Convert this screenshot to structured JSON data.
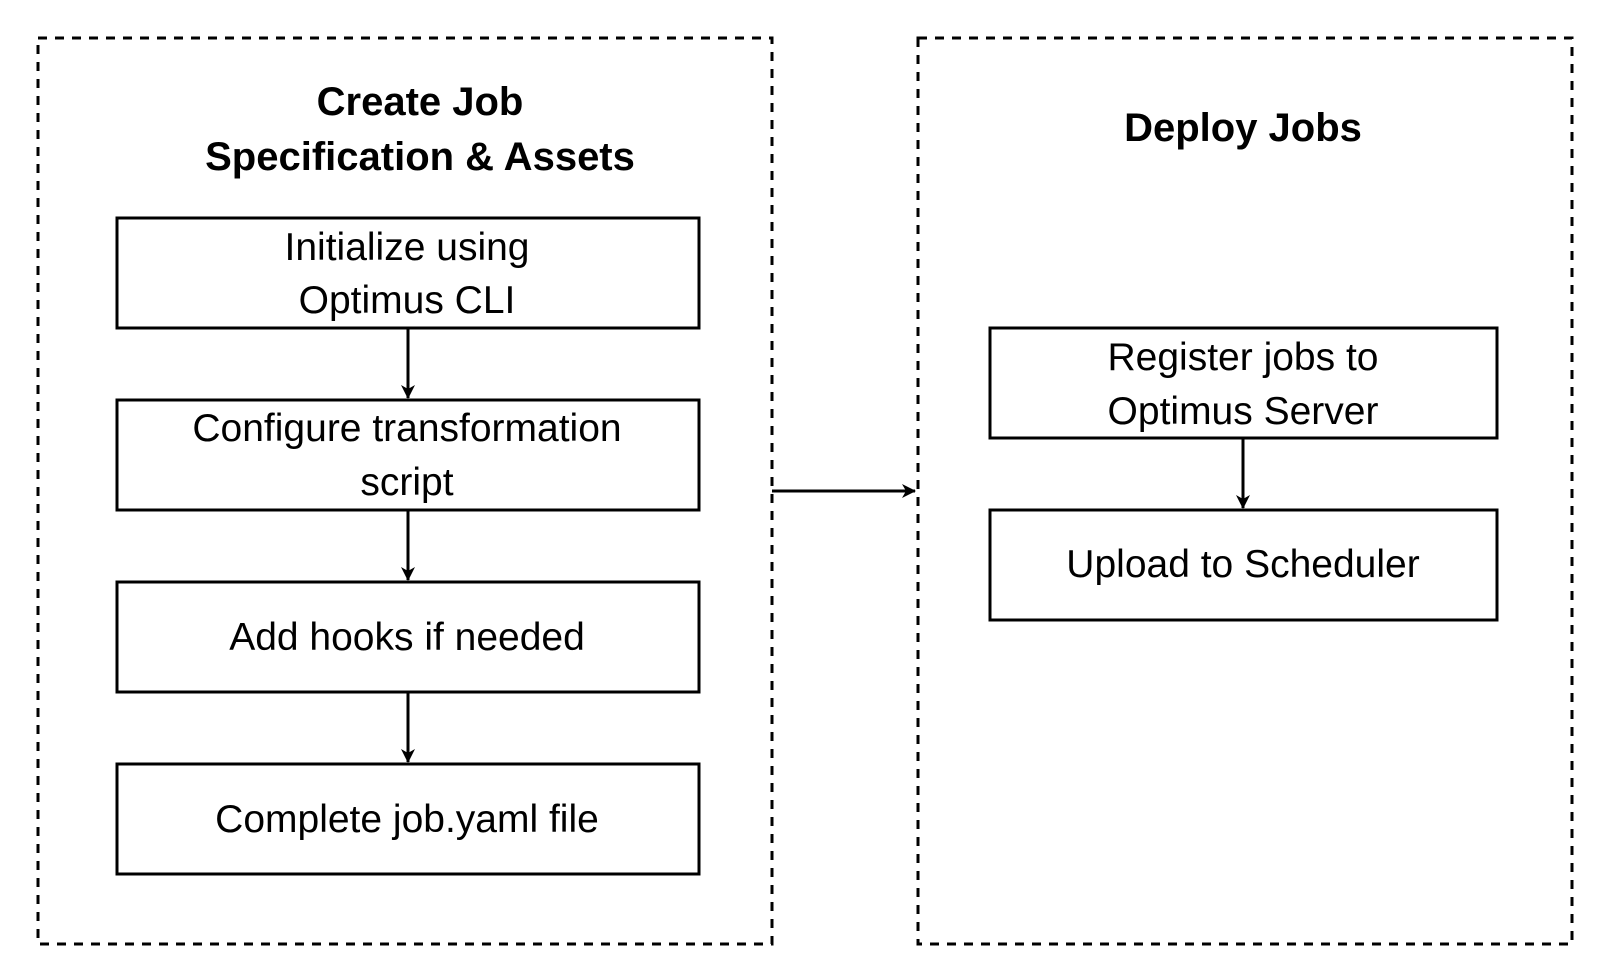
{
  "groups": {
    "create": {
      "title_line1": "Create Job",
      "title_line2": "Specification & Assets",
      "steps": [
        {
          "line1": "Initialize using",
          "line2": "Optimus CLI"
        },
        {
          "line1": "Configure transformation",
          "line2": "script"
        },
        {
          "line1": "Add hooks if needed"
        },
        {
          "line1": "Complete job.yaml file"
        }
      ]
    },
    "deploy": {
      "title": "Deploy Jobs",
      "steps": [
        {
          "line1": "Register jobs to",
          "line2": "Optimus Server"
        },
        {
          "line1": "Upload to Scheduler"
        }
      ]
    }
  },
  "colors": {
    "stroke": "#000000",
    "background": "#ffffff",
    "text": "#000000"
  }
}
